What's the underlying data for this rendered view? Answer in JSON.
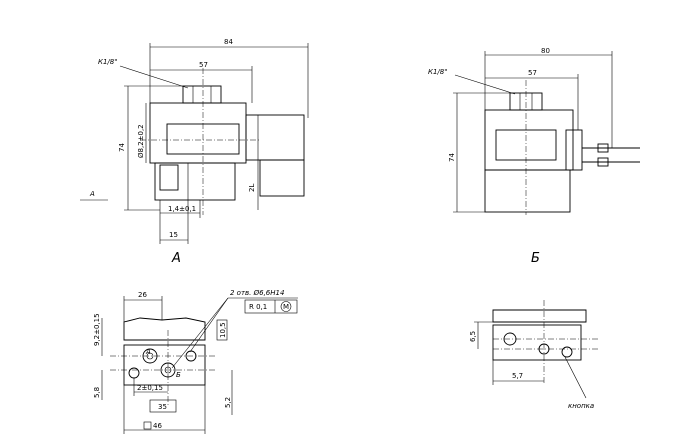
{
  "view_a": {
    "caption": "А",
    "thread": "К1/8\"",
    "dim_width": "84",
    "dim_flange": "57",
    "dim_height": "74",
    "dim_coil": "Ø8,2±0,2",
    "dim_plug": "2L",
    "dim_offset": "1,4±0,1",
    "dim_base": "15",
    "section_mark": "А"
  },
  "view_b": {
    "caption": "Б",
    "thread": "К1/8\"",
    "dim_width": "80",
    "dim_flange": "57",
    "dim_height": "74"
  },
  "view_bottom": {
    "dim_width": "26",
    "dim_height": "9,2±0,15",
    "dim_slot": "10,5",
    "holes_note": "2 отв. Ø6,6Н14",
    "tol_value": "R 0,1",
    "tol_symbol": "М",
    "hole_label_a": "А",
    "hole_label_b": "Б",
    "dim_low": "5,8",
    "dim_spacing": "2±0,15",
    "dim_pitch": "35",
    "dim_right": "5,2",
    "dim_overall": "46"
  },
  "view_side": {
    "dim_height": "6,5",
    "dim_offset": "5,7",
    "button_label": "кнопка"
  }
}
